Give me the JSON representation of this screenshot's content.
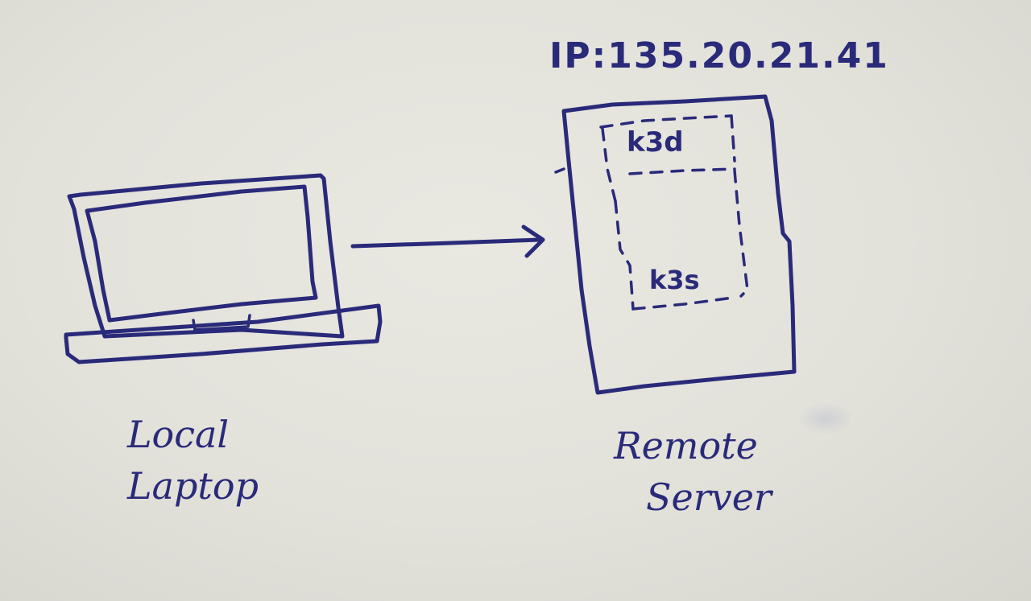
{
  "diagram": {
    "medium": "hand-drawn ink sketch on paper",
    "ink_color": "#2a2a7a",
    "paper_color": "#e6e5de",
    "nodes": [
      {
        "id": "local-laptop",
        "shape": "laptop",
        "label_lines": [
          "Local",
          "Laptop"
        ]
      },
      {
        "id": "remote-server",
        "shape": "rectangle",
        "label_lines": [
          "Remote",
          "Server"
        ],
        "annotation": "IP:135.20.21.41",
        "children": [
          {
            "id": "k3d",
            "shape": "dashed-rectangle",
            "label": "k3d",
            "children": [
              {
                "id": "k3s",
                "shape": "dashed-rectangle",
                "label": "k3s"
              }
            ]
          }
        ]
      }
    ],
    "edges": [
      {
        "from": "local-laptop",
        "to": "remote-server",
        "style": "solid-arrow"
      }
    ]
  },
  "labels": {
    "ip": "IP:135.20.21.41",
    "k3d": "k3d",
    "k3s": "k3s",
    "laptop_line1": "Local",
    "laptop_line2": "Laptop",
    "server_line1": "Remote",
    "server_line2": "Server"
  }
}
